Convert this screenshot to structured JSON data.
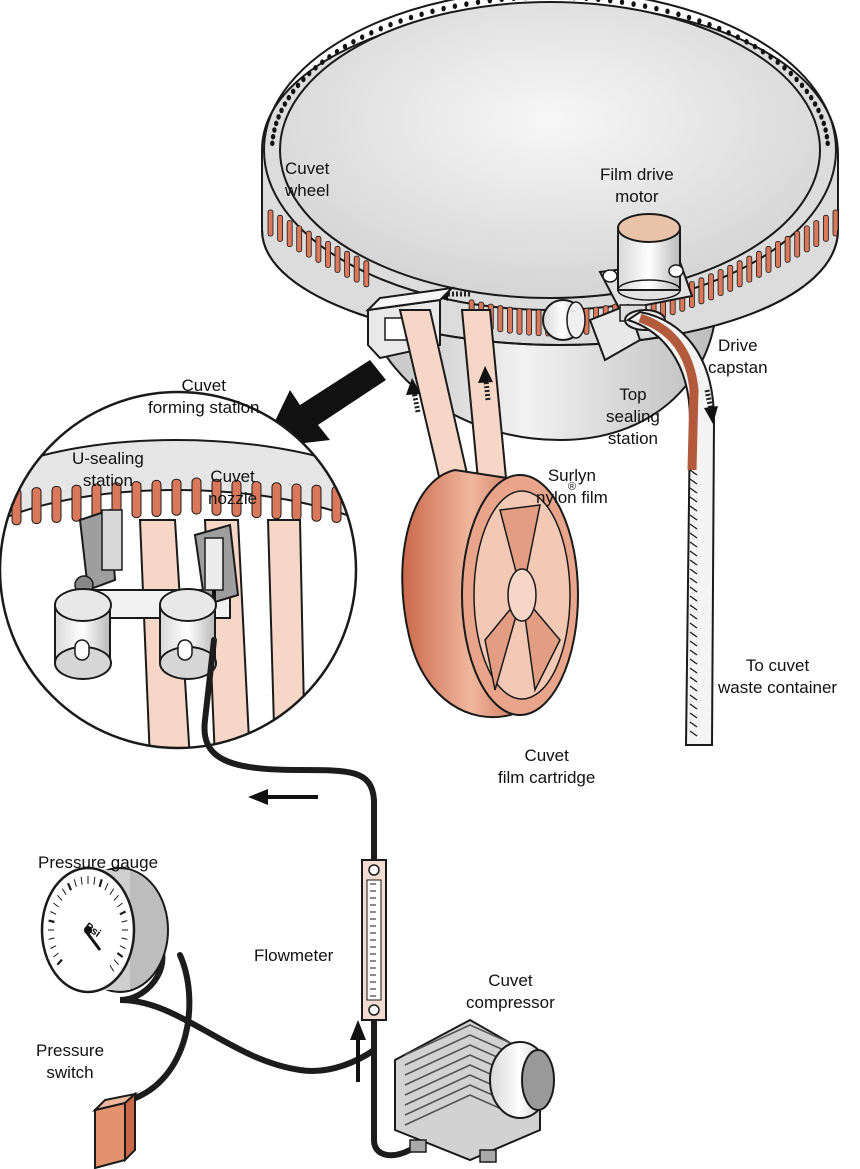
{
  "labels": {
    "cuvet_wheel": [
      "Cuvet",
      "wheel"
    ],
    "film_drive_motor": [
      "Film drive",
      "motor"
    ],
    "drive_capstan": [
      "Drive",
      "capstan"
    ],
    "cuvet_forming_station": [
      "Cuvet",
      "forming station"
    ],
    "top_sealing_station": [
      "Top",
      "sealing",
      "station"
    ],
    "u_sealing_station": [
      "U-sealing",
      "station"
    ],
    "cuvet_nozzle": [
      "Cuvet",
      "nozzle"
    ],
    "surlyn_film": [
      "Surlyn",
      "nylon film"
    ],
    "surlyn_mark": "®",
    "to_waste": [
      "To cuvet",
      "waste container"
    ],
    "film_cartridge": [
      "Cuvet",
      "film cartridge"
    ],
    "pressure_gauge": "Pressure gauge",
    "flowmeter": "Flowmeter",
    "compressor": [
      "Cuvet",
      "compressor"
    ],
    "pressure_switch": [
      "Pressure",
      "switch"
    ],
    "gauge_unit": "Psi"
  },
  "colors": {
    "film": "#f6d6c6",
    "copper": "#d9785a",
    "copper_light": "#eab8a2",
    "metal": "#e4e4e4",
    "metal_dark": "#a9a9a9",
    "outline": "#1a1a1a",
    "tube": "#1c1c1c"
  }
}
